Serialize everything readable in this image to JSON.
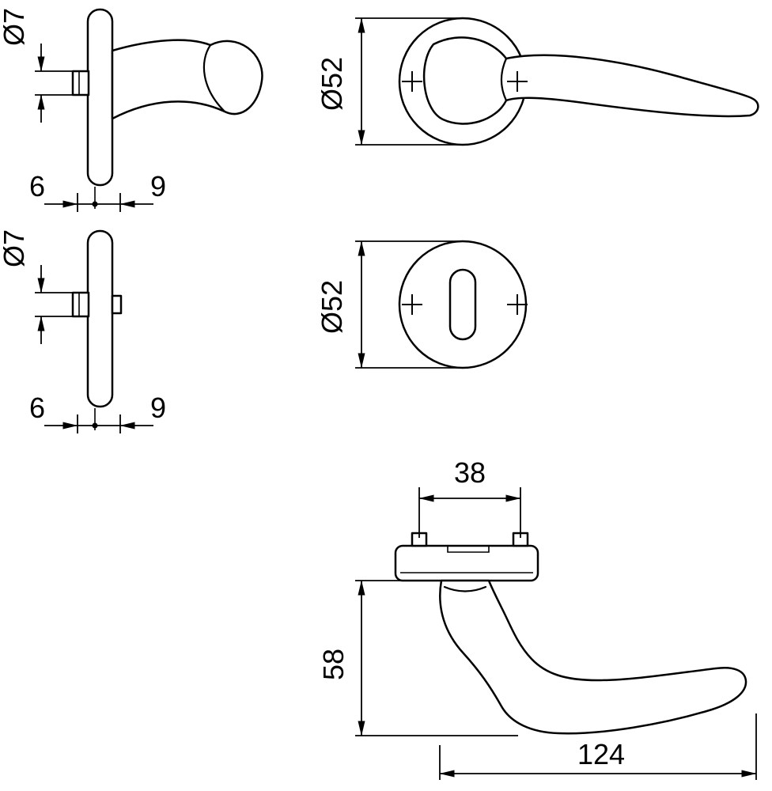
{
  "drawing": {
    "title": "door-handle-technical-drawing",
    "colors": {
      "line": "#000000",
      "background": "#ffffff"
    },
    "labels": {
      "handle_side": {
        "diameter": "Ø7",
        "offset_front": "6",
        "offset_back": "9"
      },
      "rose_side": {
        "diameter": "Ø7",
        "offset_front": "6",
        "offset_back": "9"
      },
      "handle_front": {
        "diameter": "Ø52"
      },
      "key_rose_front": {
        "diameter": "Ø52"
      },
      "handle_top": {
        "screw_spacing": "38",
        "projection": "58",
        "length": "124"
      }
    }
  }
}
